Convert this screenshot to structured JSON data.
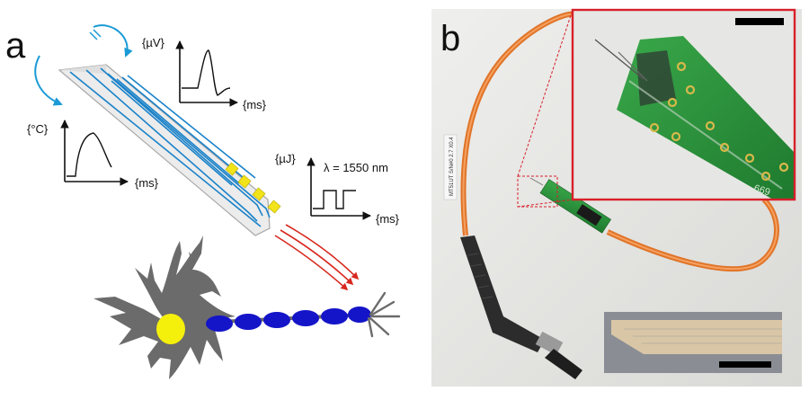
{
  "panel_a": {
    "label": "a",
    "temp_unit": "{°C}",
    "temp_time": "{ms}",
    "volt_unit": "{µV}",
    "volt_time": "{ms}",
    "energy_unit": "{µJ}",
    "wavelength": "λ = 1550 nm",
    "energy_time": "{ms}"
  },
  "panel_b": {
    "label": "b",
    "fiber_text": "MT51UT S/N#0 2.7 X0.4",
    "board_marking": "669"
  },
  "colors": {
    "probe_trace": "#1a82c9",
    "curved_arrow": "#1a9ad6",
    "laser": "#d8281e",
    "contact_pad": "#f2e31a",
    "neuron_body": "#6b6b6b",
    "nucleus": "#f5ef0c",
    "myelin": "#1414c8",
    "fiber": "#f08a3c",
    "pcb": "#2e9a3e",
    "inset_border": "#d8202a"
  }
}
